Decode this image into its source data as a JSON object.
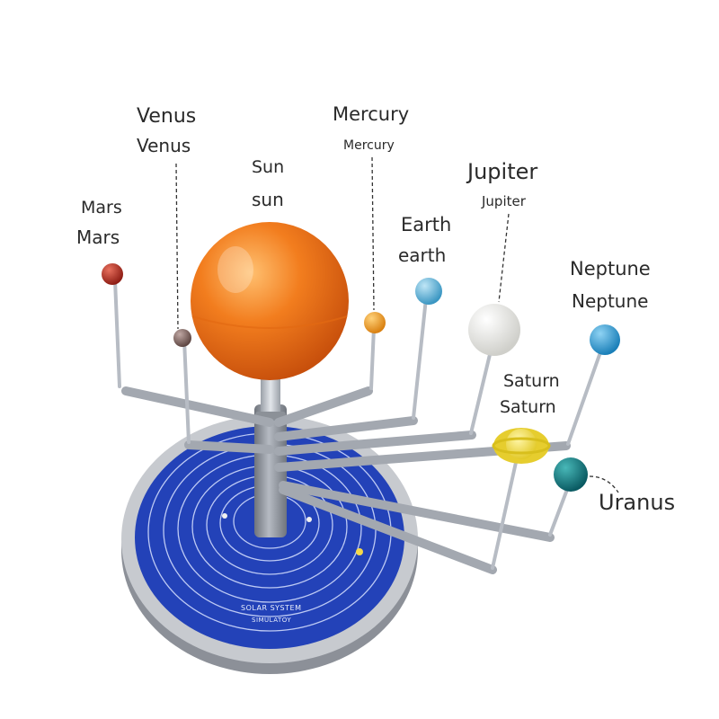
{
  "labels": {
    "mars": [
      "Mars",
      "Mars"
    ],
    "venus": [
      "Venus",
      "Venus"
    ],
    "sun": [
      "Sun",
      "sun"
    ],
    "mercury": [
      "Mercury",
      "Mercury"
    ],
    "earth": [
      "Earth",
      "earth"
    ],
    "jupiter": [
      "Jupiter",
      "Jupiter"
    ],
    "neptune": [
      "Neptune",
      "Neptune"
    ],
    "saturn": [
      "Saturn",
      "Saturn"
    ],
    "uranus": [
      "Uranus"
    ]
  },
  "base": {
    "title": "SOLAR SYSTEM",
    "subtitle": "SIMULATOY"
  },
  "colors": {
    "sun": "#f07a1c",
    "base_blue": "#2342b8",
    "mars": "#b23022",
    "venus": "#8a6e6a",
    "mercury": "#f0a030",
    "earth": "#5fb7dc",
    "jupiter": "#eeeeea",
    "neptune": "#2c9ed6",
    "saturn": "#f2e04a",
    "uranus": "#127f86"
  }
}
